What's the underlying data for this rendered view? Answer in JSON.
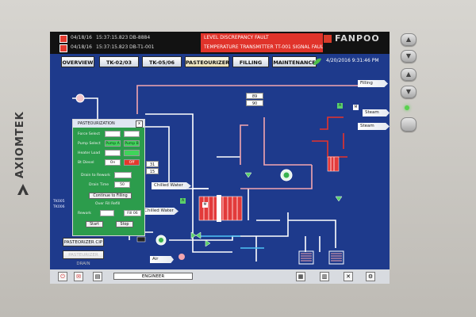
{
  "bezel": {
    "brand": "AXIOMTEK",
    "buttons": [
      "▲",
      "▼",
      "▲",
      "▼"
    ]
  },
  "alarms": [
    {
      "date": "04/18/16",
      "time": "15:37:15.823",
      "tag": "DB-8884",
      "message": "LEVEL DISCREPANCY FAULT"
    },
    {
      "date": "04/18/16",
      "time": "15:37:15.823",
      "tag": "DB-T1-001",
      "message": "TEMPERATURE TRANSMITTER TT-001 SIGNAL FAULT"
    }
  ],
  "header": {
    "logo": "FANPOO",
    "datetime": "4/20/2016 9:31:46 PM"
  },
  "nav": {
    "tabs": [
      {
        "label": "OVERVIEW"
      },
      {
        "label": "TK-02/03"
      },
      {
        "label": "TK-05/06"
      },
      {
        "label": "PASTEOURIZER"
      },
      {
        "label": "FILLING"
      },
      {
        "label": "MAINTENANCE"
      }
    ]
  },
  "flows": {
    "filling": "Filling",
    "steam_top": "Steam",
    "steam_mid": "Steam",
    "chilled_water": "Chilled Water",
    "chilled_water_2": "Chilled Water",
    "air": "Air"
  },
  "values": {
    "v1": "89",
    "v2": "90",
    "v3": "31",
    "v4": "15"
  },
  "markers": {
    "a": "A",
    "m": "M"
  },
  "popup": {
    "title": "PASTEOURIZATION",
    "close": "x",
    "force_select_label": "Force Select",
    "force_select_a": "",
    "force_select_b": "",
    "pump_select_label": "Pump Select",
    "pump_a": "Pump A",
    "pump_b": "Pump B",
    "heater_load_label": "Heater Load",
    "heater_a": "",
    "heater_b": "",
    "bt_diesel_label": "Bt Diesel",
    "on": "On",
    "off": "Off",
    "drain_rework_label": "Drain to Rework",
    "drain_time_label": "Drain Time",
    "drain_time_value": "50",
    "continue_filling": "Continue to Filling",
    "overfill_label": "Over Fill Refill",
    "rework_label": "Rework",
    "rework_value": "",
    "fill_value": "Fill 06",
    "start": "Start",
    "stop": "Stop"
  },
  "side_labels": {
    "tk005": "TK005",
    "tk006": "TK006"
  },
  "tools": {
    "pasteurizer_cip": "PASTEORIZER CIP",
    "disabled_btn": "PASTEURIZER DRAIN"
  },
  "status": {
    "user": "ENGINEER"
  },
  "colors": {
    "screen_bg": "#1e3a8c",
    "pipe_white": "#ffffff",
    "pipe_pink": "#f4a6b0",
    "pipe_red": "#e7332a",
    "heat_exchanger": "#e23a3a",
    "popup_bg": "#2c9c4c",
    "alarm": "#e0332a"
  }
}
